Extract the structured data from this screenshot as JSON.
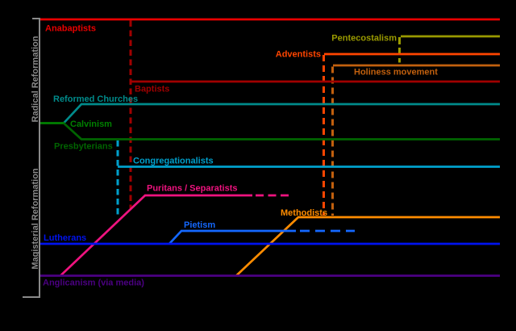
{
  "diagram": {
    "type": "timeline-branch-diagram",
    "background": "#000000",
    "axis_color": "#8a8a8a",
    "eras": {
      "radical": {
        "label": "Radical Reformation"
      },
      "magisterial": {
        "label": "Magisterial Reformation"
      }
    },
    "branches": {
      "anabaptists": {
        "label": "Anabaptists",
        "color": "#e90000"
      },
      "pentecostalism": {
        "label": "Pentecostalism",
        "color": "#9a9a00"
      },
      "adventists": {
        "label": "Adventists",
        "color": "#ff4500"
      },
      "holiness": {
        "label": "Holiness movement",
        "color": "#c2600e"
      },
      "baptists": {
        "label": "Baptists",
        "color": "#a00000"
      },
      "reformed": {
        "label": "Reformed Churches",
        "color": "#008b8b"
      },
      "calvinism": {
        "label": "Calvinism",
        "color": "#008000"
      },
      "presbyterians": {
        "label": "Presbyterians",
        "color": "#006400"
      },
      "congregationalists": {
        "label": "Congregationalists",
        "color": "#00a0cc"
      },
      "puritans": {
        "label": "Puritans / Separatists",
        "color": "#ef137f"
      },
      "methodists": {
        "label": "Methodists",
        "color": "#ff8c00"
      },
      "pietism": {
        "label": "Pietism",
        "color": "#1468ff"
      },
      "lutherans": {
        "label": "Lutherans",
        "color": "#0013ee"
      },
      "anglicanism": {
        "label": "Anglicanism (via media)",
        "color": "#4b0082"
      }
    }
  }
}
